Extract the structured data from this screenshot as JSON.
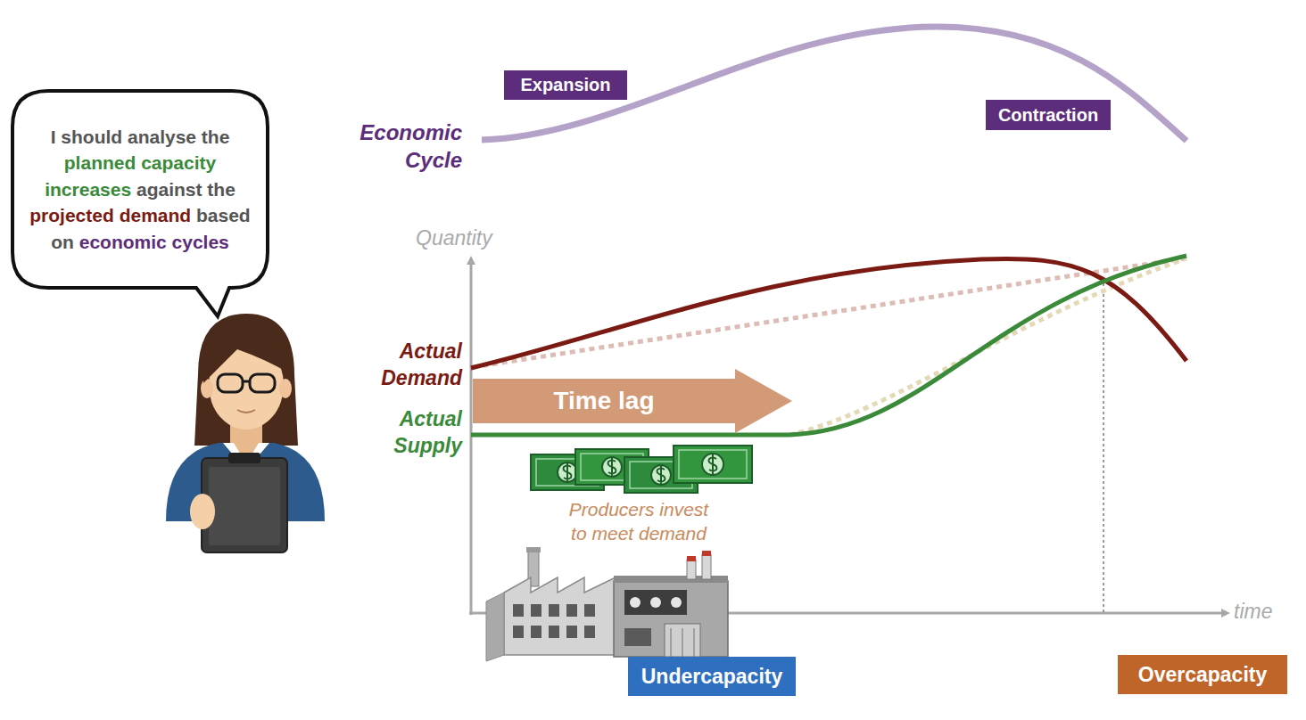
{
  "diagram": {
    "nodes": [
      {
        "text": [
          "I should analyse the",
          "planned capacity increases",
          "against the",
          "projected demand",
          "based on",
          "economic cycles"
        ]
      },
      {
        "text": [
          "Expansion"
        ]
      },
      {
        "text": [
          "Contraction"
        ]
      },
      {
        "text": [
          "Time lag"
        ]
      },
      {
        "text": [
          "Undercapacity"
        ]
      },
      {
        "text": [
          "Overcapacity"
        ]
      }
    ],
    "labels": [
      "Economic Cycle",
      "Quantity",
      "Actual Demand",
      "Actual Supply",
      "Producers invest to meet demand",
      "time"
    ]
  }
}
